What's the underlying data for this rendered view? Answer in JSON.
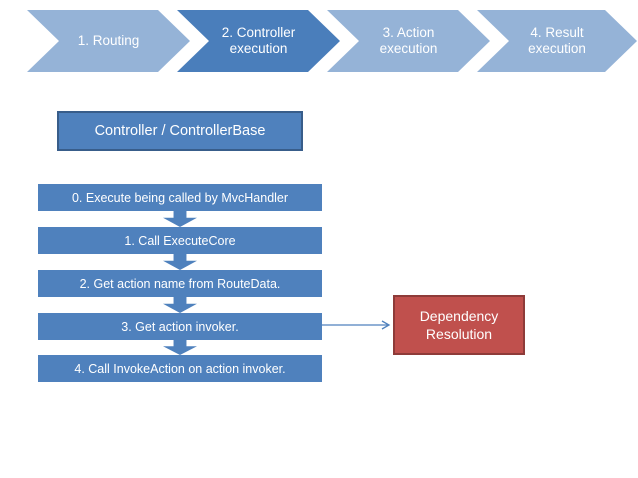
{
  "process_chevrons": {
    "steps": [
      {
        "label": "1. Routing",
        "highlighted": false
      },
      {
        "label": "2. Controller execution",
        "highlighted": true
      },
      {
        "label": "3. Action execution",
        "highlighted": false
      },
      {
        "label": "4. Result execution",
        "highlighted": false
      }
    ]
  },
  "controller_box": {
    "label": "Controller / ControllerBase"
  },
  "flow_steps": [
    "0. Execute being called by MvcHandler",
    "1. Call ExecuteCore",
    "2. Get action name from RouteData.",
    "3. Get action invoker.",
    "4. Call InvokeAction on action invoker."
  ],
  "dependency_box": {
    "label": "Dependency Resolution"
  },
  "colors": {
    "chevron_light": "#95B3D7",
    "chevron_highlight": "#4A7EBB",
    "shape_blue": "#4F81BD",
    "shape_blue_border": "#385D8A",
    "dependency_fill": "#C0504D",
    "dependency_border": "#8E3B39",
    "connector_blue": "#4F81BD",
    "text_on_shapes": "#FFFFFF"
  }
}
